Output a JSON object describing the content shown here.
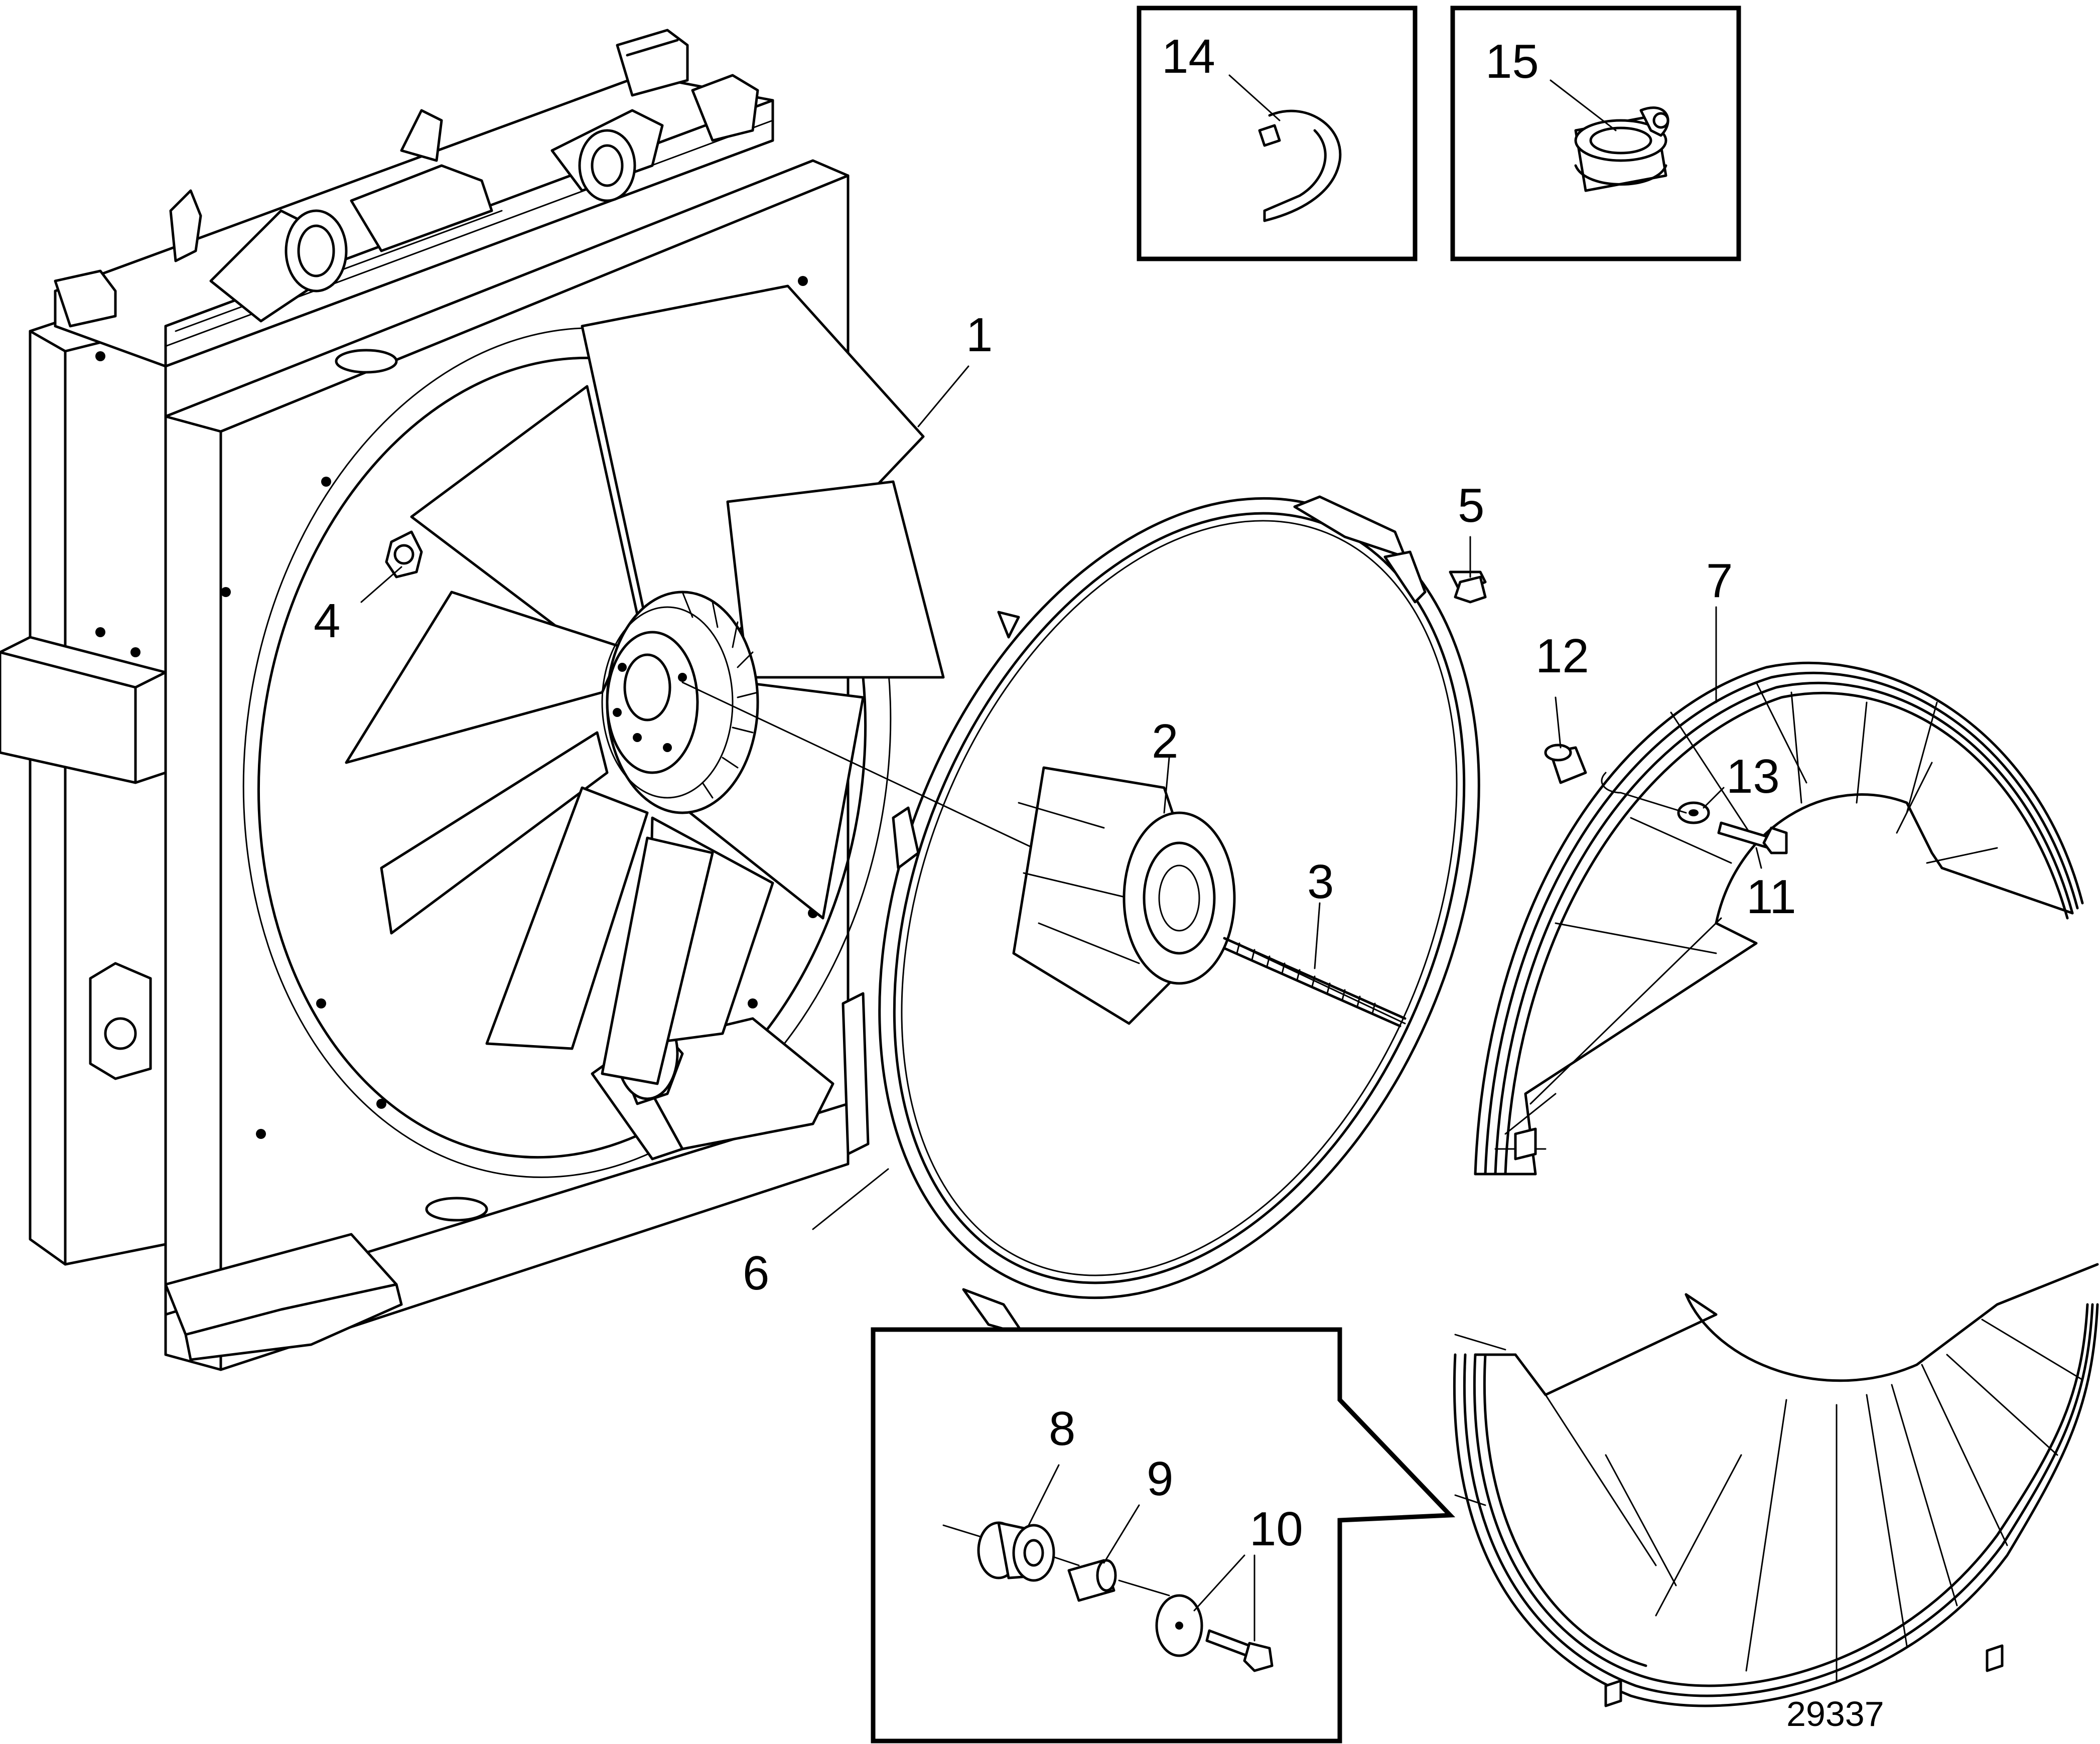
{
  "labels": {
    "l1": "1",
    "l2": "2",
    "l3": "3",
    "l4": "4",
    "l5": "5",
    "l6": "6",
    "l7": "7",
    "l8": "8",
    "l9": "9",
    "l10": "10",
    "l11": "11",
    "l12": "12",
    "l13": "13",
    "l14": "14",
    "l15": "15"
  },
  "figure_number": "29337",
  "colors": {
    "ink": "#000000",
    "paper": "#ffffff"
  }
}
